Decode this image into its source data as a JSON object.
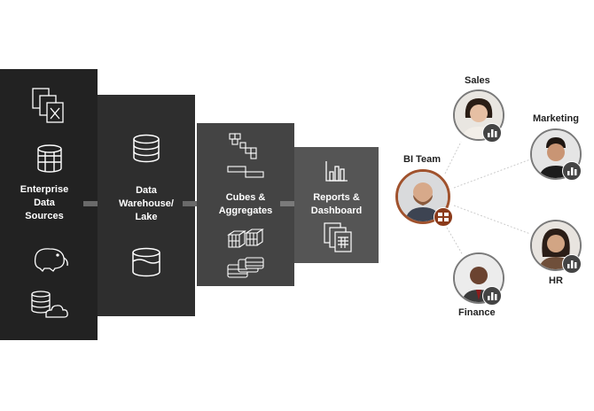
{
  "stages": [
    {
      "label": "Enterprise\nData\nSources"
    },
    {
      "label": "Data\nWarehouse/\nLake"
    },
    {
      "label": "Cubes &\nAggregates"
    },
    {
      "label": "Reports &\nDashboard"
    }
  ],
  "people": {
    "bi_team": {
      "label": "BI Team"
    },
    "sales": {
      "label": "Sales"
    },
    "marketing": {
      "label": "Marketing"
    },
    "hr": {
      "label": "HR"
    },
    "finance": {
      "label": "Finance"
    }
  },
  "colors": {
    "bi_accent": "#a0522d",
    "connector": "#c8c8c8"
  }
}
